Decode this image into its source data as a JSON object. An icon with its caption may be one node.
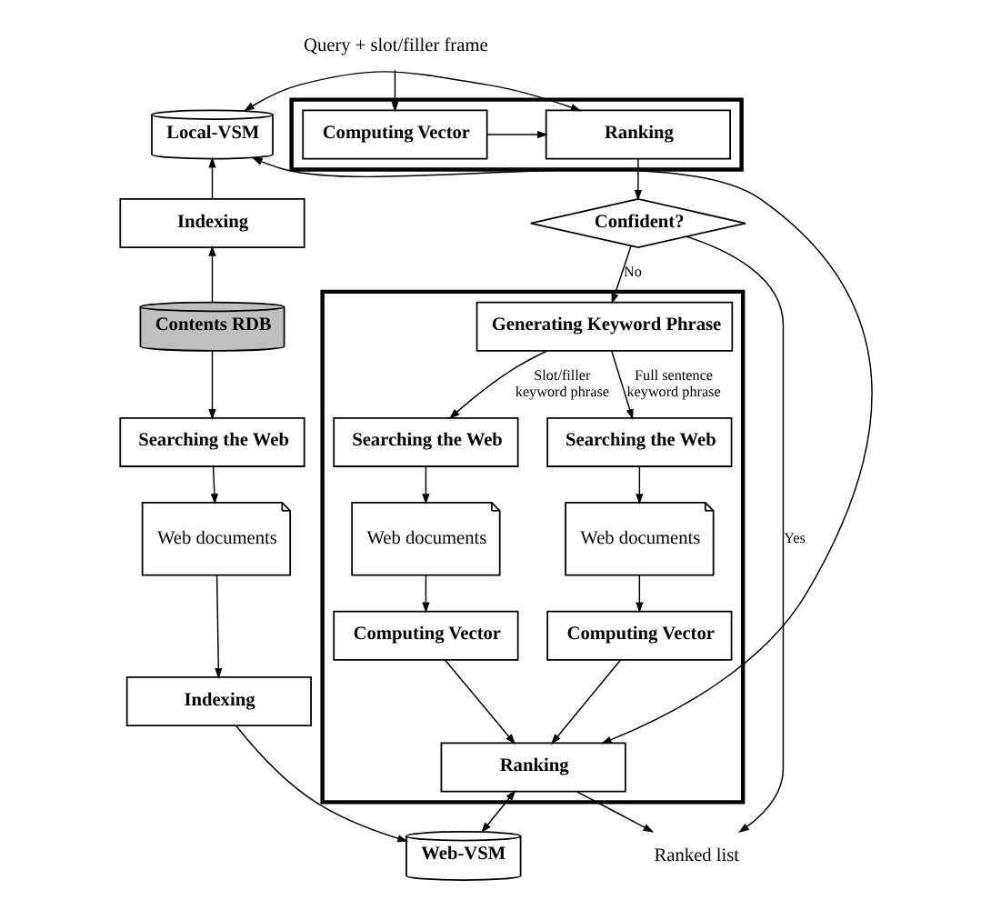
{
  "diagram": {
    "nodes": [
      {
        "text": [
          "Query + slot/filler frame"
        ]
      },
      {
        "text": [],
        "shape": "box"
      },
      {
        "text": [
          "Computing Vector"
        ],
        "in": 1
      },
      {
        "text": [
          "Ranking"
        ],
        "in": 1
      },
      {
        "text": [
          "Local-VSM"
        ]
      },
      {
        "text": [
          "Confident?"
        ]
      },
      {
        "text": [
          "Indexing"
        ]
      },
      {
        "text": [],
        "shape": "box"
      },
      {
        "text": [
          "Generating Keyword Phrase"
        ],
        "in": 7
      },
      {
        "text": [
          "Contents RDB"
        ]
      },
      {
        "text": [
          "Searching the Web"
        ],
        "in": 7
      },
      {
        "text": [
          "Searching the Web"
        ],
        "in": 7
      },
      {
        "text": [
          "Searching the Web"
        ]
      },
      {
        "text": [
          "Web documents"
        ],
        "in": 7
      },
      {
        "text": [
          "Web documents"
        ],
        "in": 7
      },
      {
        "text": [
          "Web documents"
        ]
      },
      {
        "text": [
          "Computing Vector"
        ],
        "in": 7
      },
      {
        "text": [
          "Computing Vector"
        ],
        "in": 7
      },
      {
        "text": [
          "Indexing"
        ]
      },
      {
        "text": [
          "Ranking"
        ],
        "in": 7
      },
      {
        "text": [
          "Web-VSM"
        ]
      },
      {
        "text": [
          "Ranked list"
        ]
      }
    ],
    "edges": [
      {
        "from": 0,
        "to": 2,
        "arrow": "to"
      },
      {
        "from": 2,
        "to": 3,
        "arrow": "to"
      },
      {
        "from": 3,
        "to": 4,
        "arrow": "both"
      },
      {
        "from": 3,
        "to": 5,
        "arrow": "to"
      },
      {
        "from": 5,
        "to": 21,
        "arrow": "to",
        "label": "Yes"
      },
      {
        "from": 5,
        "to": 8,
        "arrow": "to",
        "label": "No"
      },
      {
        "from": 6,
        "to": 4,
        "arrow": "to"
      },
      {
        "from": 9,
        "to": 6,
        "arrow": "to"
      },
      {
        "from": 8,
        "to": 10,
        "arrow": "to",
        "label": "Slot/filler keyword phrase"
      },
      {
        "from": 8,
        "to": 11,
        "arrow": "to",
        "label": "Full sentence keyword phrase"
      },
      {
        "from": 10,
        "to": 13,
        "arrow": "to"
      },
      {
        "from": 11,
        "to": 14,
        "arrow": "to"
      },
      {
        "from": 13,
        "to": 16,
        "arrow": "to"
      },
      {
        "from": 14,
        "to": 17,
        "arrow": "to"
      },
      {
        "from": 16,
        "to": 19,
        "arrow": "to"
      },
      {
        "from": 17,
        "to": 19,
        "arrow": "to"
      },
      {
        "from": 9,
        "to": 12,
        "arrow": "to"
      },
      {
        "from": 12,
        "to": 15,
        "arrow": "to"
      },
      {
        "from": 15,
        "to": 18,
        "arrow": "to"
      },
      {
        "from": 18,
        "to": 20,
        "arrow": "to"
      },
      {
        "from": 19,
        "to": 4,
        "arrow": "both"
      },
      {
        "from": 19,
        "to": 20,
        "arrow": "both"
      },
      {
        "from": 19,
        "to": 21,
        "arrow": "to"
      }
    ]
  }
}
